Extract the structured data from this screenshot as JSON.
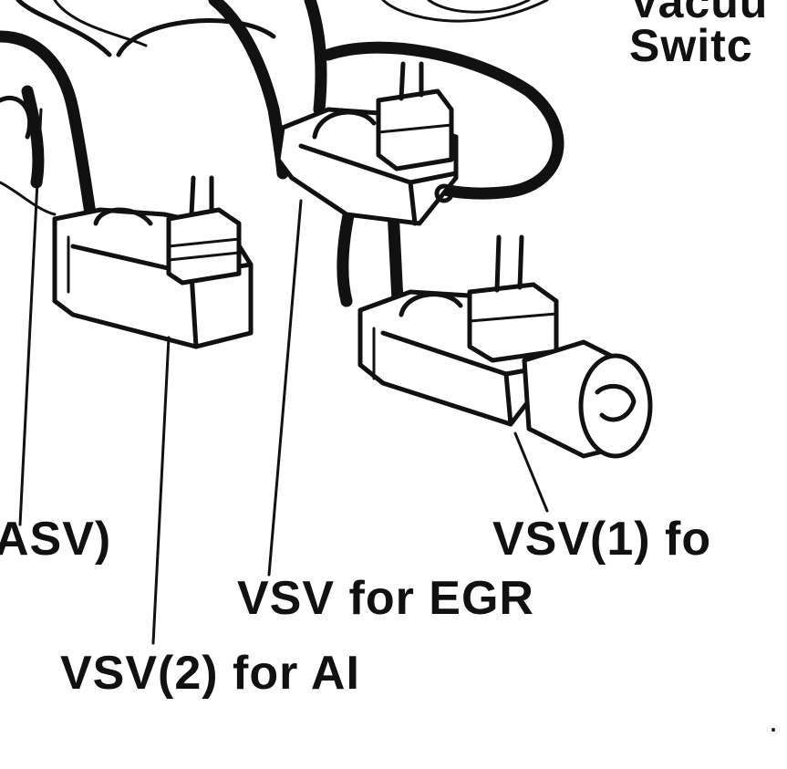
{
  "labels": {
    "top_right_line1": "Vacuu",
    "top_right_line2": "Switc",
    "left_cut": "ASV)",
    "vsv1": "VSV(1) fo",
    "vsv_egr": "VSV for EGR",
    "vsv2": "VSV(2) for AI"
  },
  "colors": {
    "ink": "#111111",
    "background": "#ffffff"
  }
}
